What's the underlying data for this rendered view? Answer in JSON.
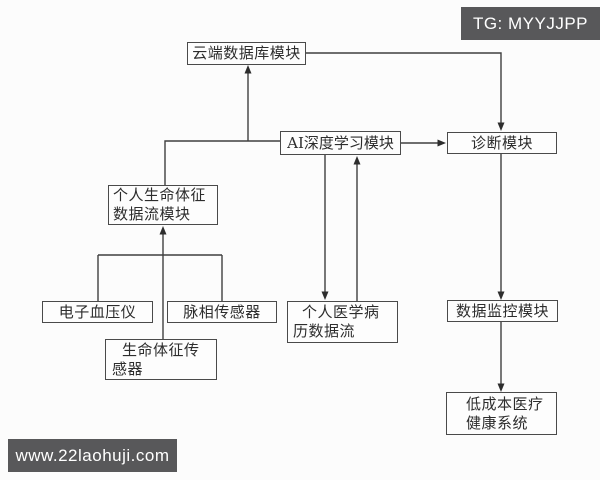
{
  "watermarks": {
    "telegram": "TG: MYYJJPP",
    "website": "www.22laohuji.com"
  },
  "colors": {
    "background": "#fcfcfc",
    "line": "#3f3f3f",
    "box_border": "#4a4a4a",
    "watermark_bg": "#58585a",
    "watermark_text": "#ffffff"
  },
  "diagram": {
    "nodes": [
      {
        "id": "cloud-database",
        "label": "云端数据库模块"
      },
      {
        "id": "ai-deep-learning",
        "label": "AI深度学习模块"
      },
      {
        "id": "diagnosis",
        "label": "诊断模块"
      },
      {
        "id": "vital-signs-stream",
        "label": "个人生命体征\n数据流模块"
      },
      {
        "id": "bp-monitor",
        "label": "电子血压仪"
      },
      {
        "id": "pulse-sensor",
        "label": "脉相传感器"
      },
      {
        "id": "vital-signs-sensor",
        "label": "生命体征传\n感器"
      },
      {
        "id": "medical-record-stream",
        "label": "个人医学病\n历数据流"
      },
      {
        "id": "data-monitoring",
        "label": "数据监控模块"
      },
      {
        "id": "low-cost-system",
        "label": "低成本医疗\n健康系统"
      }
    ],
    "edges": [
      {
        "from": "vital-signs-stream",
        "to": "ai-deep-learning",
        "arrow": "none"
      },
      {
        "from": "vital-signs-stream",
        "to": "cloud-database",
        "arrow": "to"
      },
      {
        "from": "cloud-database",
        "to": "diagnosis",
        "arrow": "to"
      },
      {
        "from": "ai-deep-learning",
        "to": "diagnosis",
        "arrow": "to"
      },
      {
        "from": "ai-deep-learning",
        "to": "medical-record-stream",
        "arrow": "to"
      },
      {
        "from": "medical-record-stream",
        "to": "ai-deep-learning",
        "arrow": "to"
      },
      {
        "from": "bp-monitor",
        "to": "vital-signs-stream",
        "arrow": "to"
      },
      {
        "from": "pulse-sensor",
        "to": "vital-signs-stream",
        "arrow": "to"
      },
      {
        "from": "vital-signs-sensor",
        "to": "vital-signs-stream",
        "arrow": "to"
      },
      {
        "from": "diagnosis",
        "to": "data-monitoring",
        "arrow": "to"
      },
      {
        "from": "data-monitoring",
        "to": "low-cost-system",
        "arrow": "to"
      }
    ]
  }
}
